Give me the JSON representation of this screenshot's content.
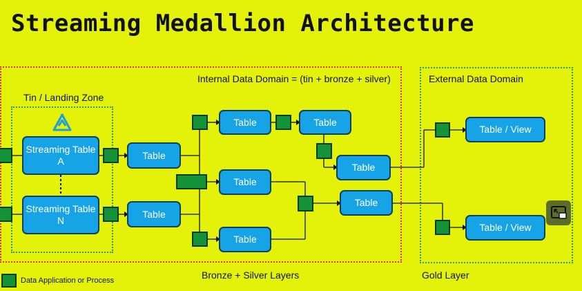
{
  "title": "Streaming Medallion Architecture",
  "regions": {
    "internal": "Internal Data Domain = (tin + bronze + silver)",
    "external": "External Data Domain",
    "tin": "Tin / Landing Zone",
    "bronze_silver": "Bronze + Silver Layers",
    "gold": "Gold Layer"
  },
  "nodes": {
    "streaming_a": "Streaming Table A",
    "streaming_n": "Streaming Table N",
    "t_bronze_1": "Table",
    "t_bronze_2": "Table",
    "t_silver_top": "Table",
    "t_silver_mid": "Table",
    "t_silver_bot": "Table",
    "t_silver_2a": "Table",
    "t_silver_3a": "Table",
    "t_silver_3b": "Table",
    "gold_view_1": "Table / View",
    "gold_view_2": "Table / View"
  },
  "legend": {
    "label": "Data Application or Process"
  },
  "colors": {
    "background": "#e4f20a",
    "table_fill": "#16a4e6",
    "process_fill": "#149238",
    "internal_border": "#e32b1b",
    "external_border": "#1f9a7a"
  },
  "icons": {
    "logo": "databricks-delta-icon",
    "corner": "picture-in-picture-icon"
  }
}
